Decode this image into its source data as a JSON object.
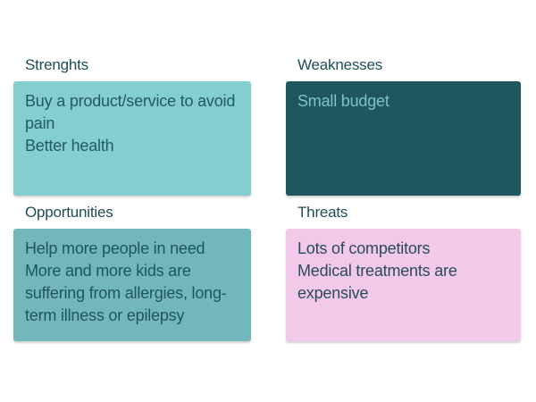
{
  "diagram": {
    "type": "swot-matrix",
    "quadrants": {
      "strengths": {
        "label": "Strenghts",
        "text": "Buy a product/service to avoid pain\nBetter health"
      },
      "weaknesses": {
        "label": "Weaknesses",
        "text": "Small budget"
      },
      "opportunities": {
        "label": "Opportunities",
        "text": "Help more people in need\nMore and more kids are suffering from allergies, long-term illness or epilepsy"
      },
      "threats": {
        "label": "Threats",
        "text": "Lots of competitors\nMedical treatments are expensive"
      }
    },
    "colors": {
      "background": "#ffffff",
      "heading_text": "#1d4e57",
      "strengths_box": "#84cdd1",
      "strengths_text": "#235b60",
      "weaknesses_box": "#1f575d",
      "weaknesses_text": "#7ac4c9",
      "opportunities_box": "#72b8ba",
      "opportunities_text": "#1f555c",
      "threats_box": "#f2c9e9",
      "threats_text": "#294c59"
    }
  }
}
